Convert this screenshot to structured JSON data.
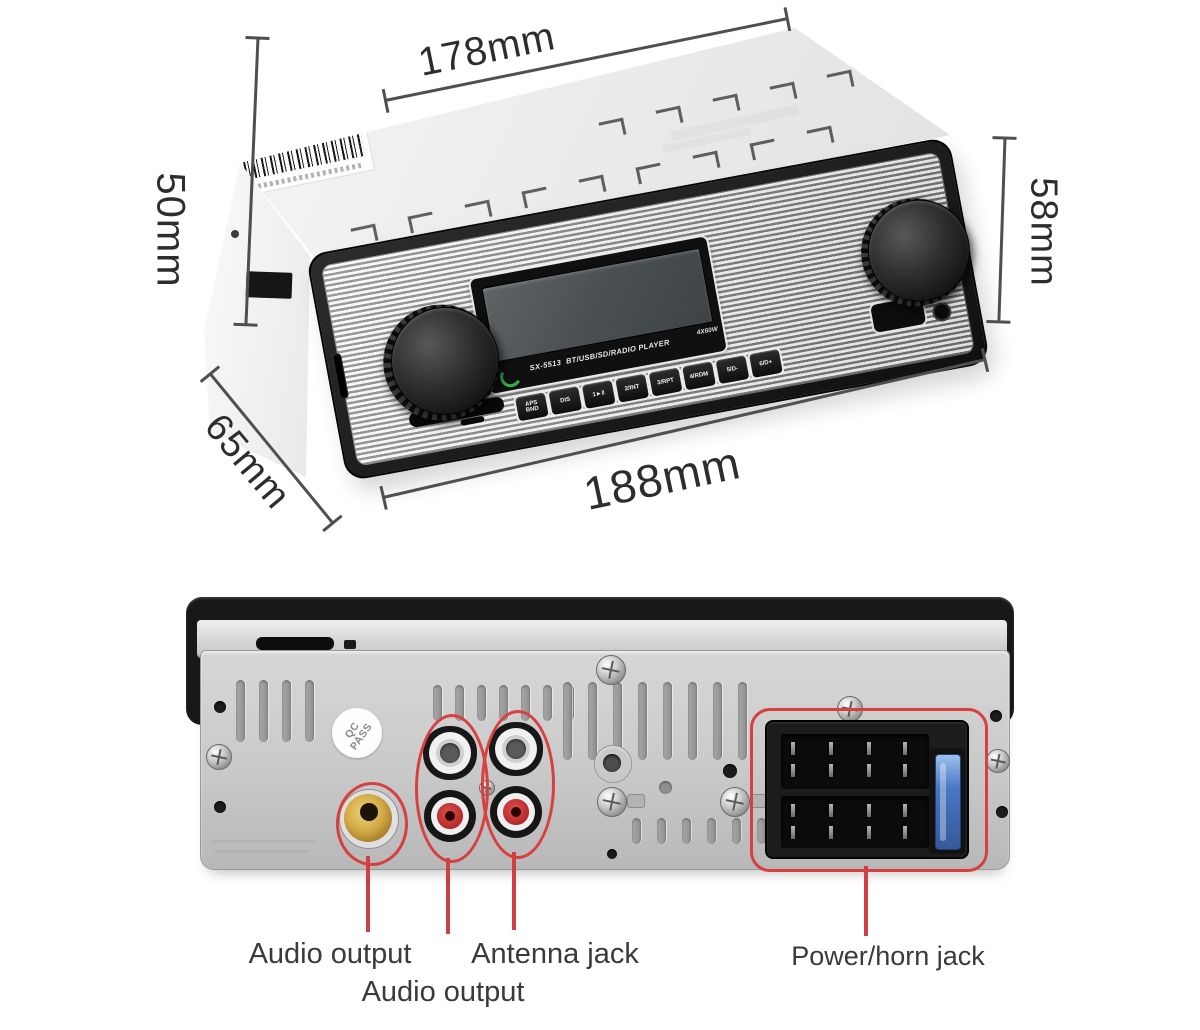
{
  "front_view": {
    "dimensions": {
      "top_width": "178mm",
      "left_height": "50mm",
      "left_depth": "65mm",
      "right_height": "58mm",
      "front_width": "188mm"
    },
    "faceplate": {
      "model": "SX-5513",
      "type_text": "BT/USB/SD/RADIO PLAYER",
      "power_text": "4X60W",
      "buttons": [
        "APS\nBND",
        "DIS",
        "1►‖",
        "2/INT",
        "3/RPT",
        "4/RDM",
        "5/D-",
        "6/D+"
      ]
    }
  },
  "rear_view": {
    "sticker": {
      "text": "QC\nPASS"
    },
    "labels": {
      "audio_output_top": "Audio output",
      "audio_output_bottom": "Audio output",
      "antenna": "Antenna jack",
      "power_horn": "Power/horn jack"
    }
  },
  "colors": {
    "callout_red": "#d84040",
    "dimension_line": "#4f4f4f",
    "fuse_blue": "#4a76c4",
    "antenna_gold": "#d2ab45",
    "phone_icon_green": "#35b24a"
  }
}
